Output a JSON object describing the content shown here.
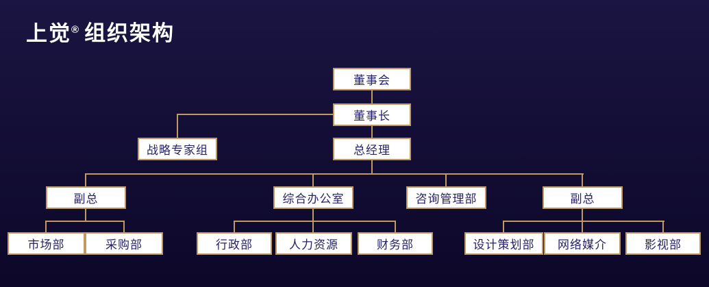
{
  "header": {
    "brand": "上觉",
    "trademark": "®",
    "title": "组织架构"
  },
  "colors": {
    "background_top": "#1a1542",
    "background_bottom": "#0d0729",
    "title_text": "#ffffff",
    "box_fill": "#ffffff",
    "box_border": "#c19a62",
    "box_text": "#262368",
    "connector": "#c19a62"
  },
  "nodes": [
    {
      "id": "board",
      "label": "董事会"
    },
    {
      "id": "chairman",
      "label": "董事长"
    },
    {
      "id": "strategy-expert-group",
      "label": "战略专家组"
    },
    {
      "id": "general-manager",
      "label": "总经理"
    },
    {
      "id": "deputy-gm-left",
      "label": "副总"
    },
    {
      "id": "general-office",
      "label": "综合办公室"
    },
    {
      "id": "consulting-management",
      "label": "咨询管理部"
    },
    {
      "id": "deputy-gm-right",
      "label": "副总"
    },
    {
      "id": "marketing",
      "label": "市场部"
    },
    {
      "id": "procurement",
      "label": "采购部"
    },
    {
      "id": "administration",
      "label": "行政部"
    },
    {
      "id": "human-resources",
      "label": "人力资源"
    },
    {
      "id": "finance",
      "label": "财务部"
    },
    {
      "id": "design-planning",
      "label": "设计策划部"
    },
    {
      "id": "network-media",
      "label": "网络媒介"
    },
    {
      "id": "film-tv",
      "label": "影视部"
    }
  ],
  "chart_data": {
    "type": "org-chart",
    "title": "上觉® 组织架构",
    "tree": {
      "label": "董事会",
      "children": [
        {
          "label": "董事长",
          "children": [
            {
              "label": "战略专家组",
              "children": []
            },
            {
              "label": "总经理",
              "children": [
                {
                  "label": "副总",
                  "children": [
                    {
                      "label": "市场部"
                    },
                    {
                      "label": "采购部"
                    }
                  ]
                },
                {
                  "label": "综合办公室",
                  "children": [
                    {
                      "label": "行政部"
                    },
                    {
                      "label": "人力资源"
                    },
                    {
                      "label": "财务部"
                    }
                  ]
                },
                {
                  "label": "咨询管理部",
                  "children": []
                },
                {
                  "label": "副总",
                  "children": [
                    {
                      "label": "设计策划部"
                    },
                    {
                      "label": "网络媒介"
                    },
                    {
                      "label": "影视部"
                    }
                  ]
                }
              ]
            }
          ]
        }
      ]
    }
  }
}
